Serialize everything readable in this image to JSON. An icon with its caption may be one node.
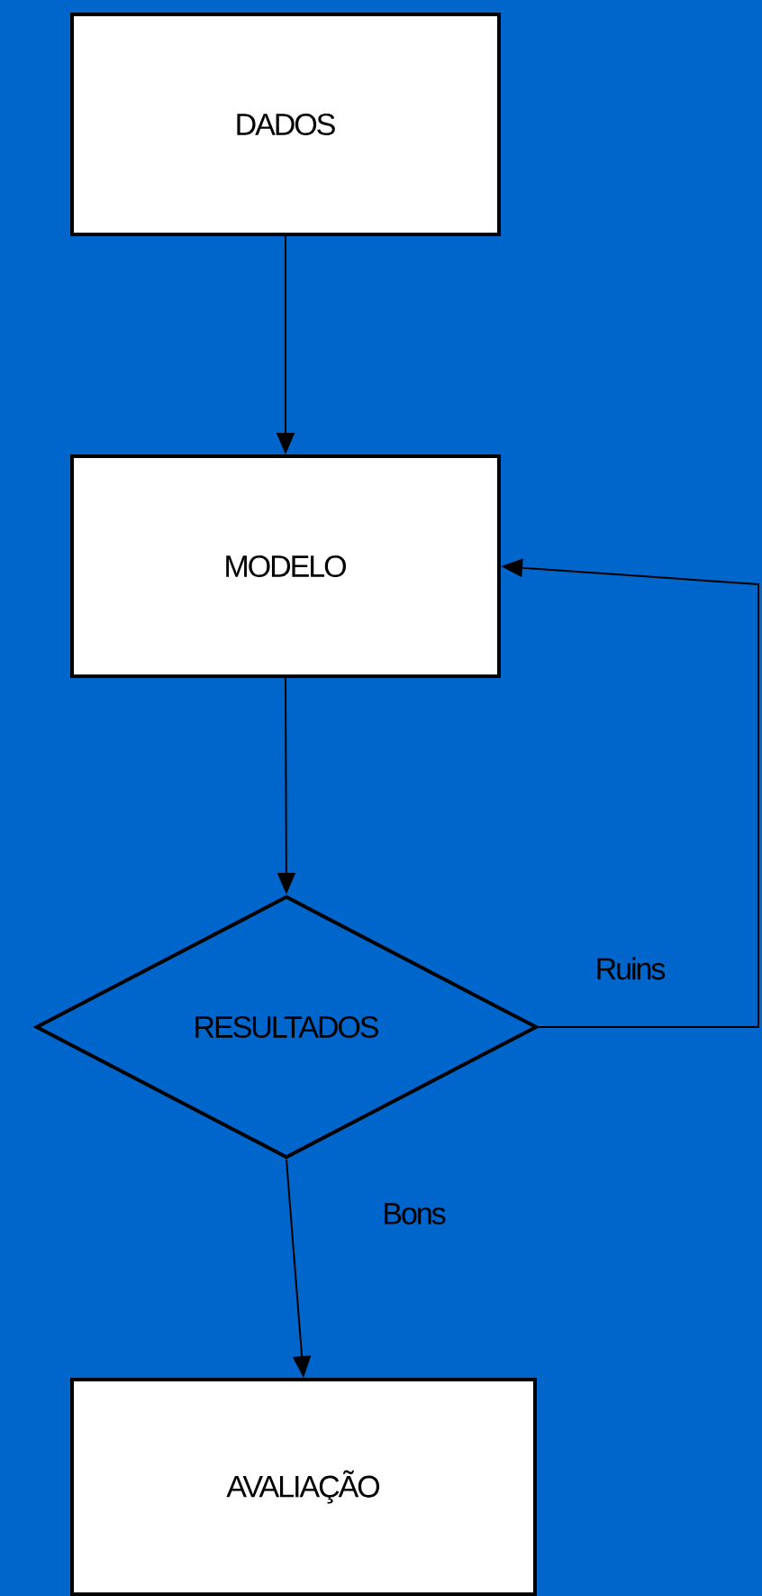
{
  "diagram": {
    "nodes": [
      {
        "text": [
          "DADOS"
        ]
      },
      {
        "text": [
          "MODELO"
        ]
      },
      {
        "text": [
          "RESULTADOS"
        ]
      },
      {
        "text": [
          "AVALIAÇÃO"
        ]
      }
    ],
    "edges": [
      {
        "from": 0,
        "to": 1,
        "arrow": "to"
      },
      {
        "from": 1,
        "to": 2,
        "arrow": "to"
      },
      {
        "from": 2,
        "to": 1,
        "arrow": "to",
        "label": "Ruins"
      },
      {
        "from": 2,
        "to": 3,
        "arrow": "to",
        "label": "Bons"
      }
    ]
  }
}
